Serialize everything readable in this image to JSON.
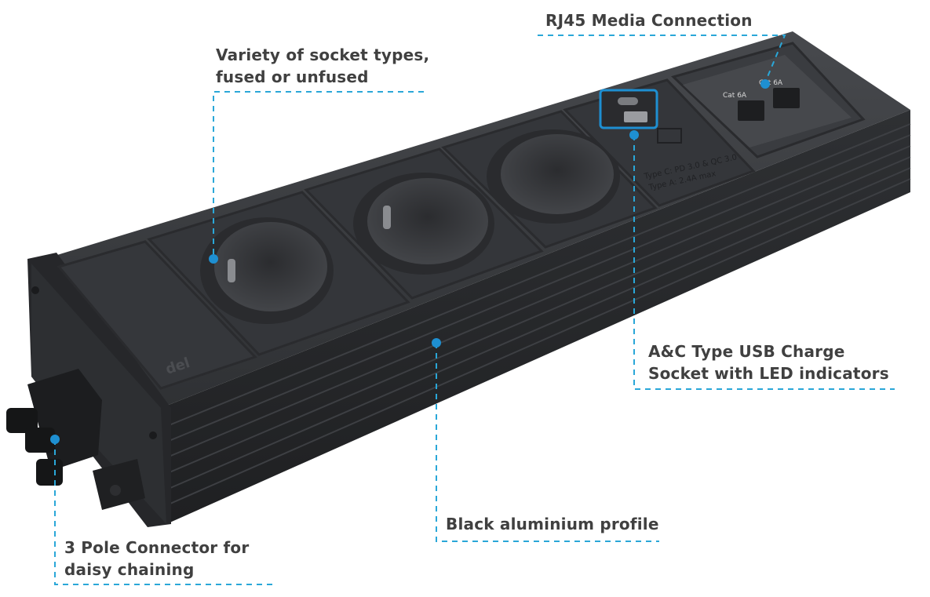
{
  "product": {
    "brand_mark": "del",
    "usb_label_line1": "Type C: PD 3.0 & QC 3.0",
    "usb_label_line2": "Type A: 2.4A max",
    "rj45_ports": [
      "Cat 6A",
      "Cat 6A"
    ]
  },
  "callouts": {
    "rj45": {
      "lines": [
        "RJ45 Media Connection"
      ]
    },
    "sockets": {
      "lines": [
        "Variety of socket types,",
        "fused or unfused"
      ]
    },
    "usb": {
      "lines": [
        "A&C Type USB Charge",
        "Socket with LED indicators"
      ]
    },
    "profile": {
      "lines": [
        "Black aluminium profile"
      ]
    },
    "connector": {
      "lines": [
        "3 Pole Connector for",
        "daisy chaining"
      ]
    }
  },
  "colors": {
    "leader": "#2aa7d8",
    "dot": "#1e8fd1",
    "label_text": "#404040",
    "body_top": "#3b3d40",
    "body_side": "#2a2b2e",
    "panel": "#34363a"
  }
}
